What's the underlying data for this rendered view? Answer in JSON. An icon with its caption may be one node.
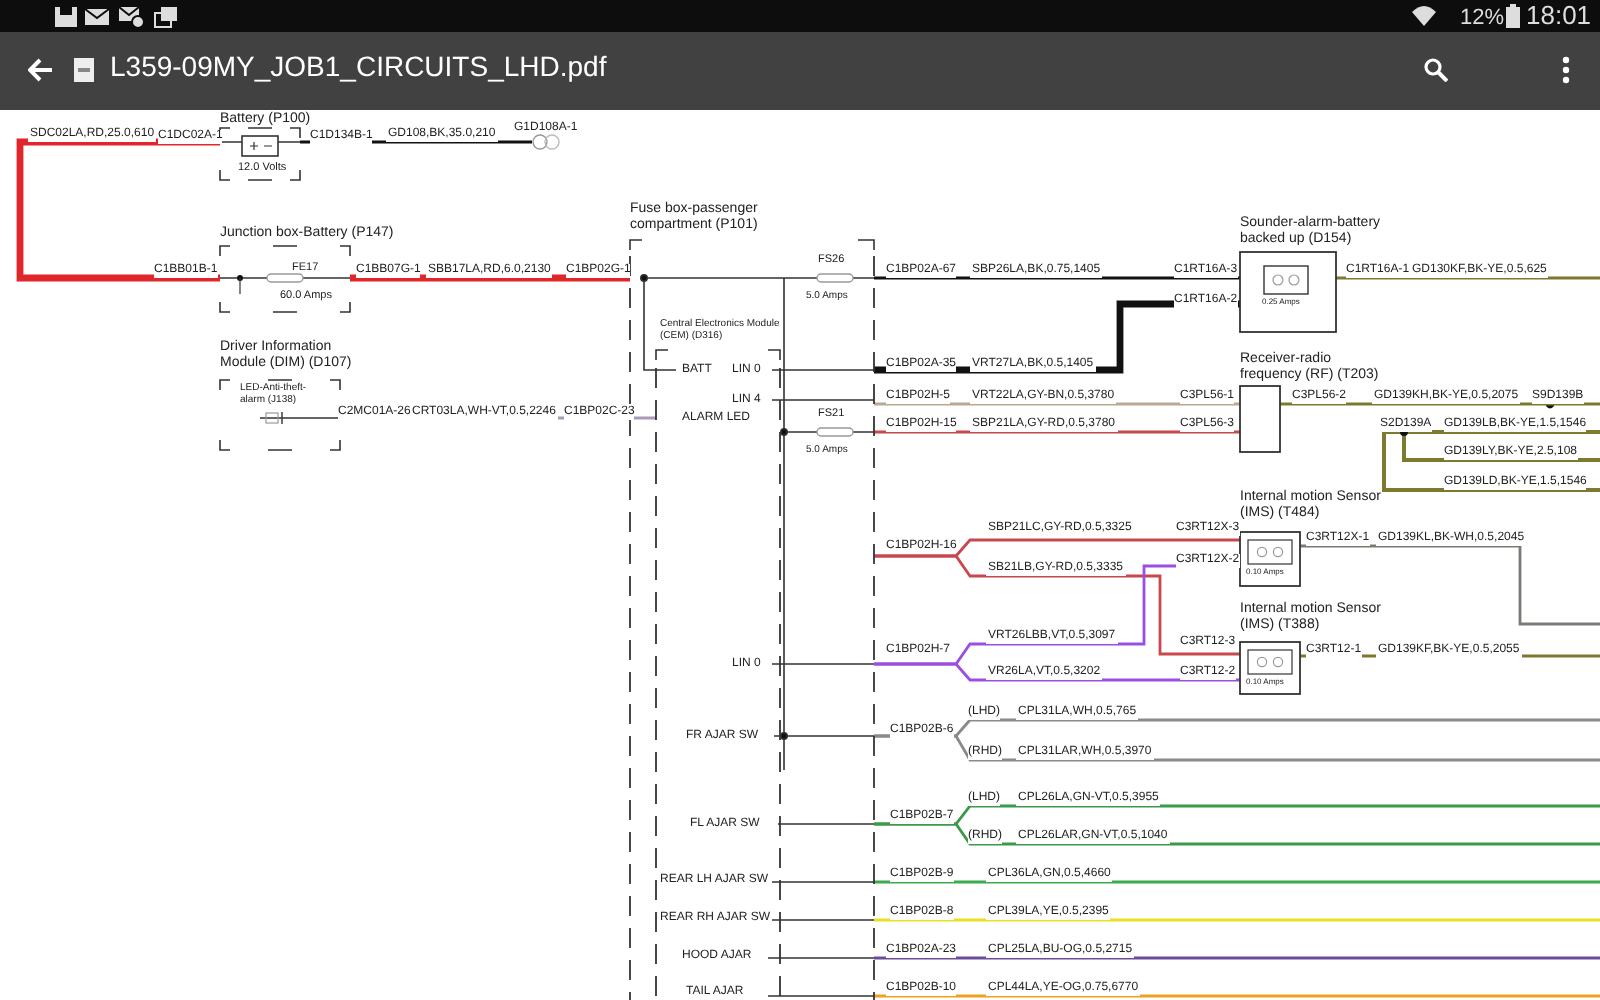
{
  "diagram": {
    "nodes": [
      {
        "text": [
          "Battery (P100)",
          "12.0 Volts"
        ]
      },
      {
        "text": [
          "G1D108A-1"
        ]
      },
      {
        "text": [
          "Junction box-Battery (P147)",
          "FE17",
          "60.0 Amps"
        ]
      },
      {
        "text": [
          "Fuse box-passenger compartment (P101)"
        ]
      },
      {
        "text": [
          "FS26",
          "5.0 Amps"
        ],
        "in": 3
      },
      {
        "text": [
          "FS21",
          "5.0 Amps"
        ],
        "in": 3
      },
      {
        "text": [
          "Central Electronics Module (CEM) (D316)",
          "BATT",
          "LIN 0",
          "LIN 4",
          "ALARM LED",
          "LIN 0",
          "FR AJAR SW",
          "FL AJAR SW",
          "REAR LH AJAR SW",
          "REAR RH AJAR SW",
          "HOOD AJAR",
          "TAIL AJAR"
        ],
        "in": 3
      },
      {
        "text": [
          "Driver Information Module (DIM) (D107)",
          "LED-Anti-theft-alarm (J138)"
        ]
      },
      {
        "text": [
          "Sounder-alarm-battery backed up (D154)",
          "0.25 Amps"
        ]
      },
      {
        "text": [
          "Receiver-radio frequency (RF) (T203)"
        ]
      },
      {
        "text": [
          "Internal motion Sensor (IMS) (T484)",
          "0.10 Amps"
        ]
      },
      {
        "text": [
          "Internal motion Sensor (IMS) (T388)",
          "0.10 Amps"
        ]
      }
    ],
    "edges": [
      {
        "from": 0,
        "to": 2,
        "arrow": "none",
        "label": "SDC02LA,RD,25.0,610",
        "style": "thick",
        "color": "#e0262b"
      },
      {
        "from": 0,
        "to": 1,
        "arrow": "none",
        "label": "GD108,BK,35.0,210",
        "color": "#111111"
      },
      {
        "from": 2,
        "to": 3,
        "arrow": "none",
        "label": "SBB17LA,RD,6.0,2130",
        "style": "thick",
        "color": "#e0262b"
      },
      {
        "from": 7,
        "to": 6,
        "arrow": "none",
        "label": "CRT03LA,WH-VT,0.5,2246",
        "color": "#a89ab8"
      },
      {
        "from": 4,
        "to": 8,
        "arrow": "none",
        "label": "SBP26LA,BK,0.75,1405",
        "color": "#111111"
      },
      {
        "from": 3,
        "to": 8,
        "arrow": "none",
        "label": "VRT27LA,BK,0.5,1405",
        "style": "thick",
        "color": "#111111"
      },
      {
        "from": 3,
        "to": 9,
        "arrow": "none",
        "label": "VRT22LA,GY-BN,0.5,3780",
        "color": "#b9a894"
      },
      {
        "from": 5,
        "to": 9,
        "arrow": "none",
        "label": "SBP21LA,GY-RD,0.5,3780",
        "color": "#c8484e"
      },
      {
        "from": 8,
        "to": null,
        "arrow": "none",
        "label": "GD130KF,BK-YE,0.5,625",
        "color": "#7d7a30"
      },
      {
        "from": 9,
        "to": null,
        "arrow": "none",
        "label": "GD139KH,BK-YE,0.5,2075",
        "color": "#7d7a30"
      },
      {
        "from": 3,
        "to": 10,
        "arrow": "none",
        "label": "SBP21LC,GY-RD,0.5,3325",
        "color": "#c8484e"
      },
      {
        "from": 3,
        "to": 11,
        "arrow": "none",
        "label": "SB21LB,GY-RD,0.5,3335",
        "color": "#c8484e"
      },
      {
        "from": 3,
        "to": 10,
        "arrow": "none",
        "label": "VRT26LBB,VT,0.5,3097",
        "color": "#9b4fe0"
      },
      {
        "from": 3,
        "to": 11,
        "arrow": "none",
        "label": "VR26LA,VT,0.5,3202",
        "color": "#9b4fe0"
      },
      {
        "from": 10,
        "to": null,
        "arrow": "none",
        "label": "GD139KL,BK-WH,0.5,2045",
        "color": "#7a7a72"
      },
      {
        "from": 11,
        "to": null,
        "arrow": "none",
        "label": "GD139KF,BK-YE,0.5,2055",
        "color": "#7d7a30"
      },
      {
        "from": 3,
        "to": null,
        "arrow": "none",
        "label": "CPL31LA,WH,0.5,765",
        "color": "#8a8a86"
      },
      {
        "from": 3,
        "to": null,
        "arrow": "none",
        "label": "CPL31LAR,WH,0.5,3970",
        "color": "#8a8a86"
      },
      {
        "from": 3,
        "to": null,
        "arrow": "none",
        "label": "CPL26LA,GN-VT,0.5,3955",
        "color": "#3a9a4a"
      },
      {
        "from": 3,
        "to": null,
        "arrow": "none",
        "label": "CPL26LAR,GN-VT,0.5,1040",
        "color": "#3a9a4a"
      },
      {
        "from": 3,
        "to": null,
        "arrow": "none",
        "label": "CPL36LA,GN,0.5,4660",
        "color": "#3aaa4a"
      },
      {
        "from": 3,
        "to": null,
        "arrow": "none",
        "label": "CPL39LA,YE,0.5,2395",
        "color": "#e8e020"
      },
      {
        "from": 3,
        "to": null,
        "arrow": "none",
        "label": "CPL25LA,BU-OG,0.5,2715",
        "color": "#6a4c9c"
      },
      {
        "from": 3,
        "to": null,
        "arrow": "none",
        "label": "CPL44LA,YE-OG,0.75,6770",
        "color": "#f0a020"
      }
    ],
    "labels": [
      "12%",
      "18:01",
      "L359-09MY_JOB1_CIRCUITS_LHD.pdf",
      "C1DC02A-1",
      "C1D134B-1",
      "C1BB01B-1",
      "C1BB07G-1",
      "C1BP02G-1",
      "C1BP02A-67",
      "C1RT16A-3",
      "C1RT16A-1",
      "C1RT16A-2",
      "C1BP02A-35",
      "C2MC01A-26",
      "C1BP02C-23",
      "C1BP02H-5",
      "C3PL56-1",
      "C3PL56-2",
      "S9D139B",
      "C1BP02H-15",
      "C3PL56-3",
      "S2D139A",
      "GD139LB,BK-YE,1.5,1546",
      "GD139LY,BK-YE,2.5,108",
      "GD139LD,BK-YE,1.5,1546",
      "C3RT12X-3",
      "C3RT12X-1",
      "C1BP02H-16",
      "C3RT12X-2",
      "C1BP02H-7",
      "C3RT12-3",
      "C3RT12-1",
      "C3RT12-2",
      "(LHD)",
      "C1BP02B-6",
      "(RHD)",
      "(LHD)",
      "C1BP02B-7",
      "(RHD)",
      "C1BP02B-9",
      "C1BP02B-8",
      "C1BP02A-23",
      "C1BP02B-10"
    ]
  }
}
